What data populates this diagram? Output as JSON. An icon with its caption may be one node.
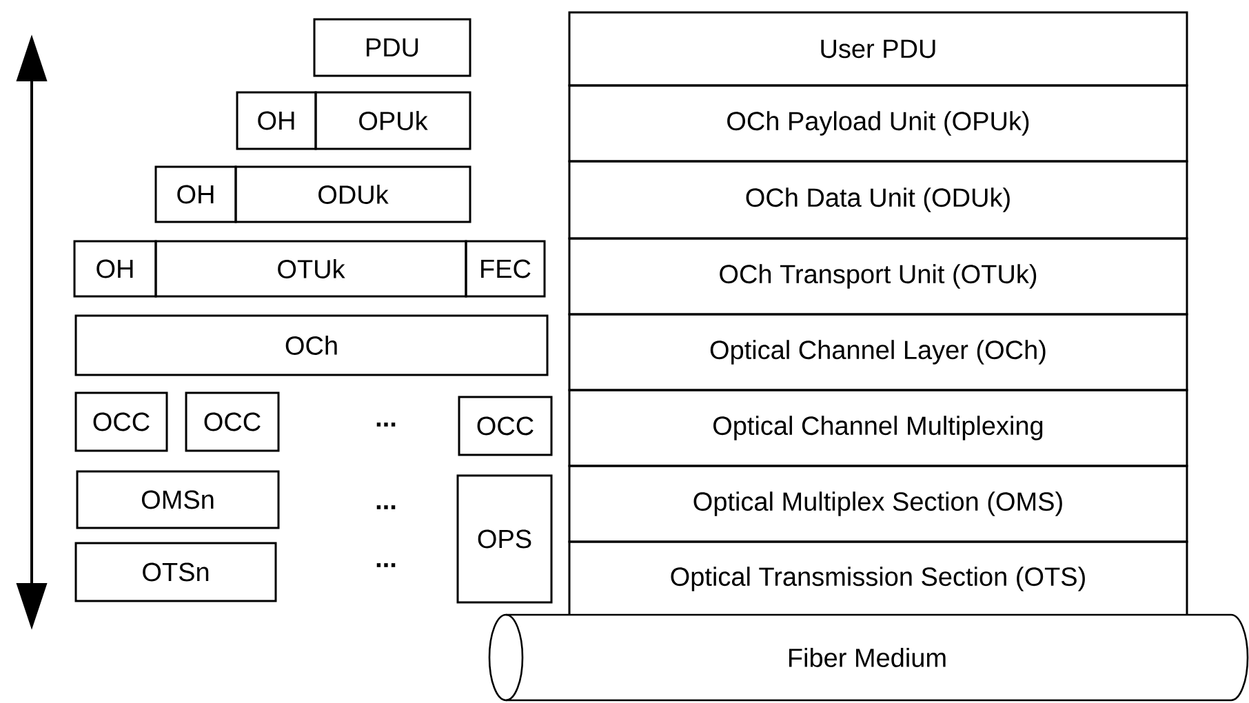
{
  "diagram": {
    "nodes": [
      {
        "text": [
          "PDU"
        ]
      },
      {
        "text": [
          "OH"
        ]
      },
      {
        "text": [
          "OPUk"
        ]
      },
      {
        "text": [
          "OH"
        ]
      },
      {
        "text": [
          "ODUk"
        ]
      },
      {
        "text": [
          "OH"
        ]
      },
      {
        "text": [
          "OTUk"
        ]
      },
      {
        "text": [
          "FEC"
        ]
      },
      {
        "text": [
          "OCh"
        ]
      },
      {
        "text": [
          "OCC"
        ]
      },
      {
        "text": [
          "OCC"
        ]
      },
      {
        "text": [
          "OCC"
        ]
      },
      {
        "text": [
          "OMSn"
        ]
      },
      {
        "text": [
          "OPS"
        ]
      },
      {
        "text": [
          "OTSn"
        ]
      },
      {
        "text": [
          "User PDU"
        ]
      },
      {
        "text": [
          "OCh Payload Unit (OPUk)"
        ]
      },
      {
        "text": [
          "OCh Data Unit (ODUk)"
        ]
      },
      {
        "text": [
          "OCh Transport Unit (OTUk)"
        ]
      },
      {
        "text": [
          "Optical Channel Layer (OCh)"
        ]
      },
      {
        "text": [
          "Optical Channel Multiplexing"
        ]
      },
      {
        "text": [
          "Optical Multiplex Section (OMS)"
        ]
      },
      {
        "text": [
          "Optical Transmission Section (OTS)"
        ]
      },
      {
        "text": [
          "Fiber Medium"
        ]
      }
    ],
    "labels": [
      "...",
      "...",
      "..."
    ]
  }
}
